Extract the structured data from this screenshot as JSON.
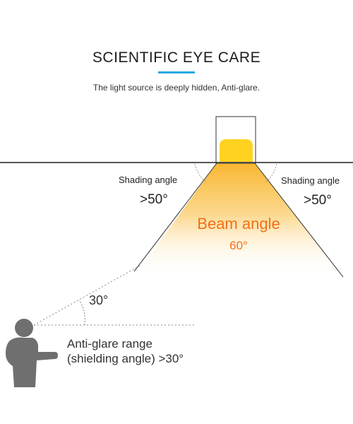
{
  "header": {
    "title": "SCIENTIFIC EYE CARE",
    "subtitle": "The light source is deeply hidden, Anti-glare."
  },
  "diagram": {
    "shading_left_label": "Shading angle",
    "shading_left_value": ">50°",
    "shading_right_label": "Shading angle",
    "shading_right_value": ">50°",
    "beam_label": "Beam angle",
    "beam_value": "60°",
    "observer_angle": "30°",
    "anti_glare_line1": "Anti-glare range",
    "anti_glare_line2": "(shielding angle) >30°"
  },
  "colors": {
    "accent_underline": "#29a8df",
    "beam_text": "#f36f13",
    "light_source": "#ffd21f",
    "beam_gradient_top": "#f9b730",
    "person": "#6f6f6f"
  },
  "icons": {
    "light": "lamp-icon",
    "observer": "person-icon"
  }
}
